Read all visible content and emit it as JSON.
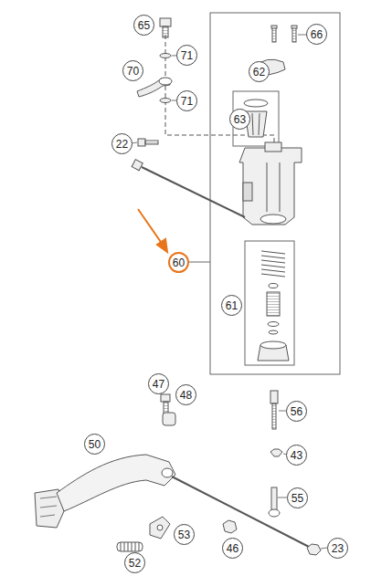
{
  "diagram": {
    "labels": [
      "65",
      "66",
      "71",
      "70",
      "62",
      "71",
      "63",
      "22",
      "60",
      "61",
      "47",
      "48",
      "56",
      "50",
      "43",
      "55",
      "53",
      "46",
      "52",
      "23"
    ]
  }
}
